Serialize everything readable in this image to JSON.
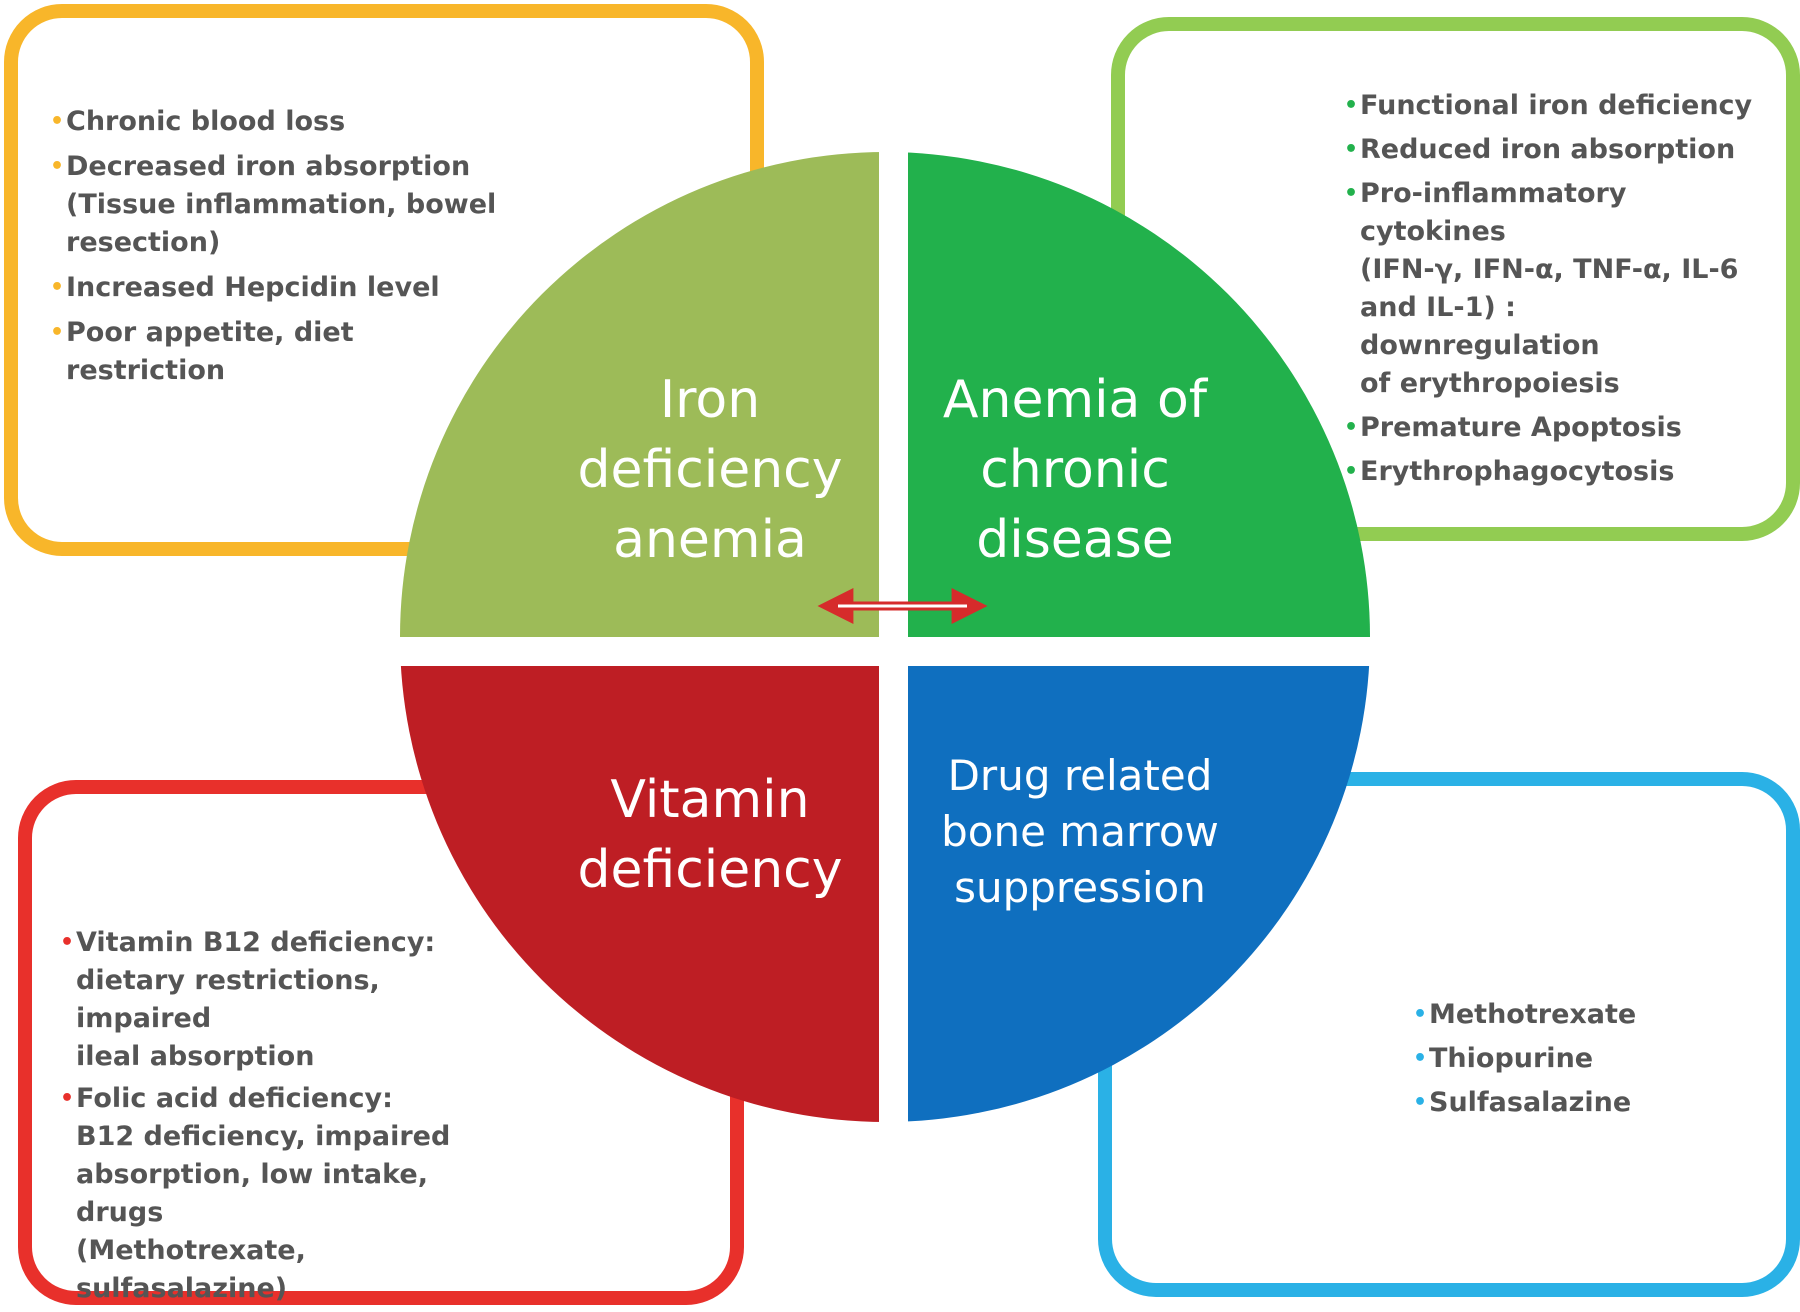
{
  "colors": {
    "iron": "#9dbb58",
    "chronic": "#22b14c",
    "vitamin": "#be1e24",
    "drug": "#0f6fbf",
    "border_iron": "#f8b62a",
    "border_chronic": "#92cc52",
    "border_vitamin": "#e8302b",
    "border_drug": "#2ab1e6",
    "arrow": "#d62b2b"
  },
  "quadrants": {
    "top_left": {
      "title_lines": [
        "Iron",
        "deficiency",
        "anemia"
      ]
    },
    "top_right": {
      "title_lines": [
        "Anemia of",
        "chronic",
        "disease"
      ]
    },
    "bottom_left": {
      "title_lines": [
        "Vitamin",
        "deficiency"
      ]
    },
    "bottom_right": {
      "title_lines": [
        "Drug related",
        "bone marrow",
        "suppression"
      ]
    }
  },
  "boxes": {
    "top_left": {
      "bullets": [
        [
          "Chronic blood loss"
        ],
        [
          "Decreased iron absorption",
          "(Tissue inflammation, bowel",
          "resection)"
        ],
        [
          "Increased Hepcidin level"
        ],
        [
          "Poor appetite, diet restriction"
        ]
      ]
    },
    "top_right": {
      "bullets": [
        [
          "Functional iron deficiency"
        ],
        [
          "Reduced iron absorption"
        ],
        [
          "Pro-inflammatory cytokines",
          "(IFN-γ, IFN-α, TNF-α, IL-6",
          "and IL-1) : downregulation",
          "of erythropoiesis"
        ],
        [
          "Premature Apoptosis"
        ],
        [
          "Erythrophagocytosis"
        ]
      ]
    },
    "bottom_left": {
      "bullets": [
        [
          "Vitamin B12 deficiency:",
          "dietary restrictions, impaired",
          "ileal absorption"
        ],
        [
          "Folic acid deficiency:",
          "B12 deficiency, impaired",
          "absorption, low intake, drugs",
          "(Methotrexate, sulfasalazine)"
        ]
      ]
    },
    "bottom_right": {
      "bullets": [
        [
          "Methotrexate"
        ],
        [
          "Thiopurine"
        ],
        [
          "Sulfasalazine"
        ]
      ]
    }
  }
}
